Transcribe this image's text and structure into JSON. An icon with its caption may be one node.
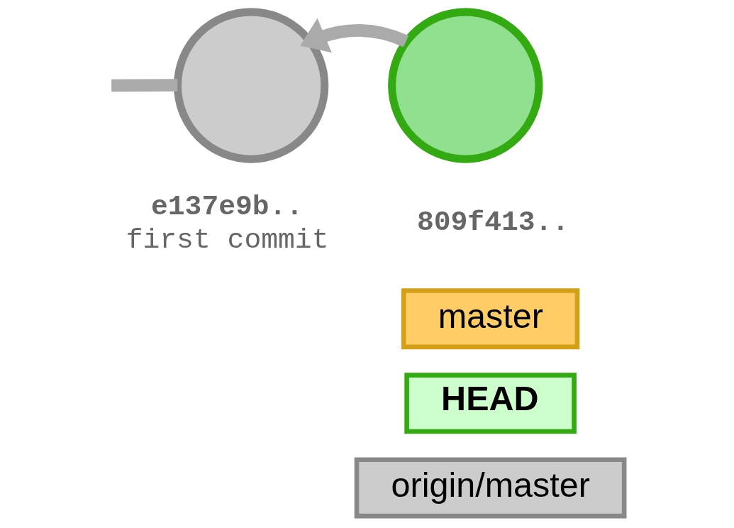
{
  "diagram": {
    "nodes": [
      {
        "text": [],
        "shape": "circle",
        "beside": [
          "e137e9b..",
          "first commit"
        ]
      },
      {
        "text": [],
        "shape": "circle",
        "beside": [
          "809f413.."
        ]
      },
      {
        "text": [
          "master"
        ]
      },
      {
        "text": [
          "HEAD"
        ]
      },
      {
        "text": [
          "origin/master"
        ]
      }
    ],
    "edges": [
      {
        "from": null,
        "to": 0,
        "arrow": "none"
      },
      {
        "from": 1,
        "to": 0,
        "arrow": "to"
      }
    ]
  }
}
